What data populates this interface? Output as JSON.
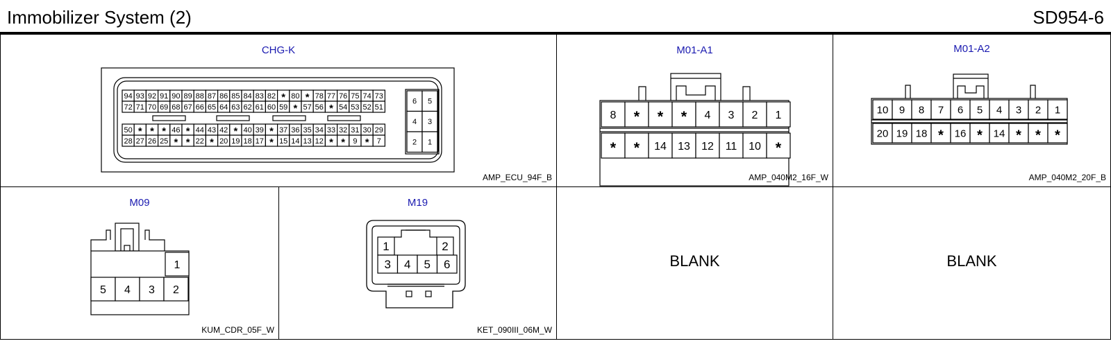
{
  "header": {
    "title": "Immobilizer System (2)",
    "doc_id": "SD954-6"
  },
  "panels": {
    "chg_k": {
      "label": "CHG-K",
      "code": "AMP_ECU_94F_B",
      "rows": [
        [
          "94",
          "93",
          "92",
          "91",
          "90",
          "89",
          "88",
          "87",
          "86",
          "85",
          "84",
          "83",
          "82",
          "*",
          "80",
          "*",
          "78",
          "77",
          "76",
          "75",
          "74",
          "73"
        ],
        [
          "72",
          "71",
          "70",
          "69",
          "68",
          "67",
          "66",
          "65",
          "64",
          "63",
          "62",
          "61",
          "60",
          "59",
          "*",
          "57",
          "56",
          "*",
          "54",
          "53",
          "52",
          "51"
        ],
        [
          "50",
          "*",
          "*",
          "*",
          "46",
          "*",
          "44",
          "43",
          "42",
          "*",
          "40",
          "39",
          "*",
          "37",
          "36",
          "35",
          "34",
          "33",
          "32",
          "31",
          "30",
          "29"
        ],
        [
          "28",
          "27",
          "26",
          "25",
          "*",
          "*",
          "22",
          "*",
          "20",
          "19",
          "18",
          "17",
          "*",
          "15",
          "14",
          "13",
          "12",
          "*",
          "*",
          "9",
          "*",
          "7"
        ]
      ],
      "side": [
        [
          "6",
          "5"
        ],
        [
          "4",
          "3"
        ],
        [
          "2",
          "1"
        ]
      ]
    },
    "m01_a1": {
      "label": "M01-A1",
      "code": "AMP_040M2_16F_W",
      "rows": [
        [
          "8",
          "*",
          "*",
          "*",
          "4",
          "3",
          "2",
          "1"
        ],
        [
          "*",
          "*",
          "14",
          "13",
          "12",
          "11",
          "10",
          "*"
        ]
      ]
    },
    "m01_a2": {
      "label": "M01-A2",
      "code": "AMP_040M2_20F_B",
      "rows": [
        [
          "10",
          "9",
          "8",
          "7",
          "6",
          "5",
          "4",
          "3",
          "2",
          "1"
        ],
        [
          "20",
          "19",
          "18",
          "*",
          "16",
          "*",
          "14",
          "*",
          "*",
          "*"
        ]
      ]
    },
    "m09": {
      "label": "M09",
      "code": "KUM_CDR_05F_W",
      "top": "1",
      "bottom": [
        "5",
        "4",
        "3",
        "2"
      ]
    },
    "m19": {
      "label": "M19",
      "code": "KET_090III_06M_W",
      "top": [
        "1",
        "2"
      ],
      "bottom": [
        "3",
        "4",
        "5",
        "6"
      ]
    },
    "blank1": {
      "text": "BLANK"
    },
    "blank2": {
      "text": "BLANK"
    }
  }
}
